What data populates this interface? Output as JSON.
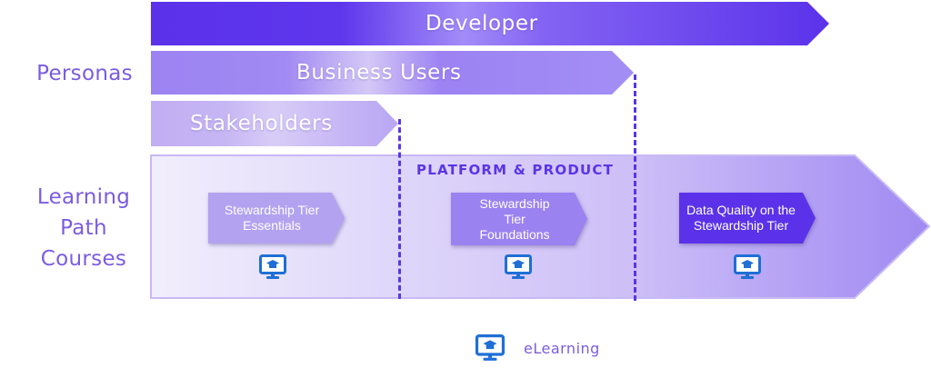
{
  "sections": {
    "personas_label": "Personas",
    "courses_label": "Learning Path Courses"
  },
  "personas": [
    {
      "label": "Developer"
    },
    {
      "label": "Business Users"
    },
    {
      "label": "Stakeholders"
    }
  ],
  "learning_path": {
    "section_title": "PLATFORM & PRODUCT",
    "courses": [
      {
        "label": "Stewardship Tier Essentials",
        "icon": "elearning-monitor-icon"
      },
      {
        "label": "Stewardship Tier Foundations",
        "icon": "elearning-monitor-icon"
      },
      {
        "label": "Data Quality on the Stewardship Tier",
        "icon": "elearning-monitor-icon"
      }
    ]
  },
  "legend": {
    "items": [
      {
        "label": "eLearning",
        "icon": "elearning-monitor-icon"
      }
    ]
  },
  "colors": {
    "accent": "#5a35e6",
    "label_text": "#7b5ce0",
    "icon_blue": "#1f6fd6",
    "developer_dark": "#5b32ea",
    "business_users": "#9d85f2",
    "stakeholders": "#c0aef3",
    "course_light": "#b4a4f0",
    "course_mid": "#9a82f0",
    "course_dark": "#5b32ea"
  }
}
